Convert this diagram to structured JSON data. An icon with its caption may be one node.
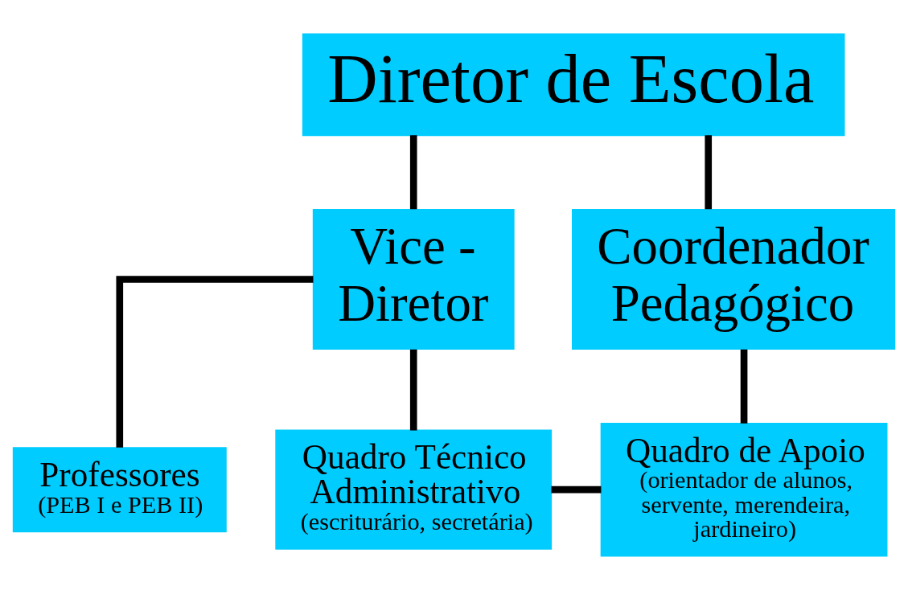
{
  "diagram": {
    "nodes": [
      {
        "text": [
          "Diretor de Escola"
        ]
      },
      {
        "text": [
          "Vice - Diretor"
        ]
      },
      {
        "text": [
          "Coordenador Pedagógico"
        ]
      },
      {
        "text": [
          "Professores",
          "(PEB I e PEB II)"
        ]
      },
      {
        "text": [
          "Quadro Técnico Administrativo",
          "(escriturário, secretária)"
        ]
      },
      {
        "text": [
          "Quadro de Apoio",
          "(orientador de alunos, servente, merendeira, jardineiro)"
        ]
      }
    ],
    "edges": [
      {
        "from": 0,
        "to": 1,
        "arrow": "none"
      },
      {
        "from": 0,
        "to": 2,
        "arrow": "none"
      },
      {
        "from": 1,
        "to": 3,
        "arrow": "none"
      },
      {
        "from": 1,
        "to": 4,
        "arrow": "none"
      },
      {
        "from": 4,
        "to": 5,
        "arrow": "none"
      },
      {
        "from": 2,
        "to": 5,
        "arrow": "none"
      }
    ]
  }
}
